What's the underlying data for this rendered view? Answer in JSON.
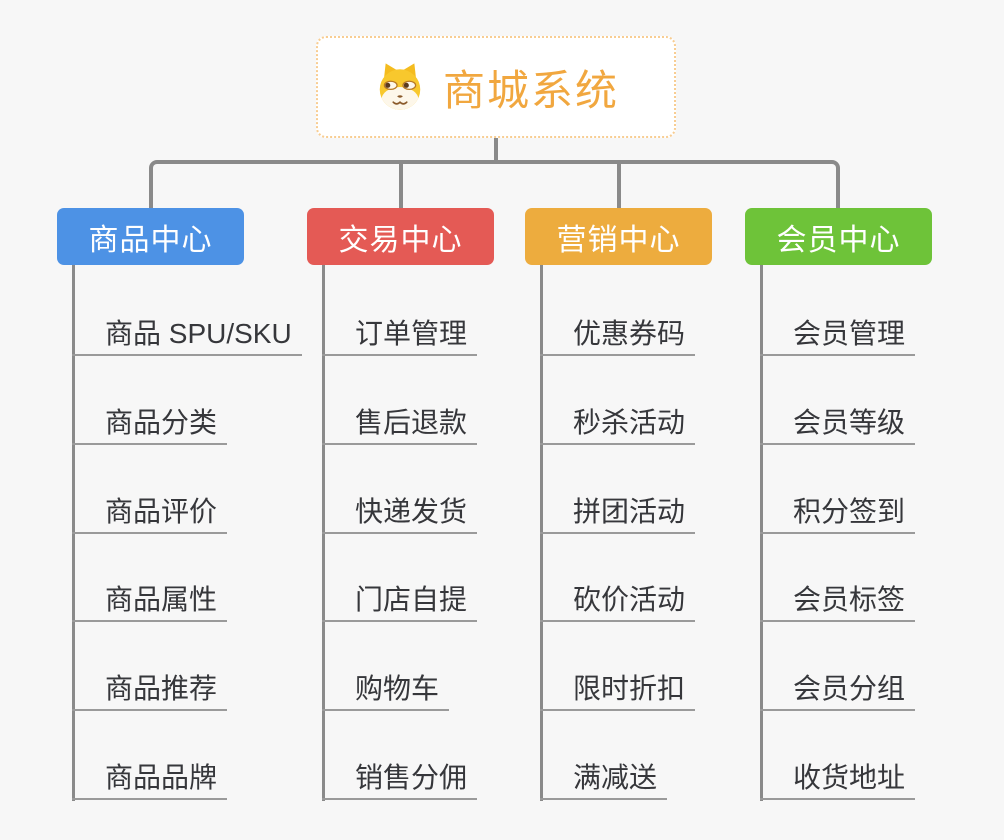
{
  "root": {
    "title": "商城系统",
    "icon": "shiba-dog-icon",
    "accent_color": "#F1A73F",
    "border_color": "#F8CD92"
  },
  "connector_color": "#8A8A8A",
  "background_color": "#F7F7F7",
  "branches": [
    {
      "label": "商品中心",
      "color": "#4D92E5",
      "items": [
        "商品 SPU/SKU",
        "商品分类",
        "商品评价",
        "商品属性",
        "商品推荐",
        "商品品牌"
      ]
    },
    {
      "label": "交易中心",
      "color": "#E45A55",
      "items": [
        "订单管理",
        "售后退款",
        "快递发货",
        "门店自提",
        "购物车",
        "销售分佣"
      ]
    },
    {
      "label": "营销中心",
      "color": "#EDAC3E",
      "items": [
        "优惠券码",
        "秒杀活动",
        "拼团活动",
        "砍价活动",
        "限时折扣",
        "满减送"
      ]
    },
    {
      "label": "会员中心",
      "color": "#6EC339",
      "items": [
        "会员管理",
        "会员等级",
        "积分签到",
        "会员标签",
        "会员分组",
        "收货地址"
      ]
    }
  ]
}
